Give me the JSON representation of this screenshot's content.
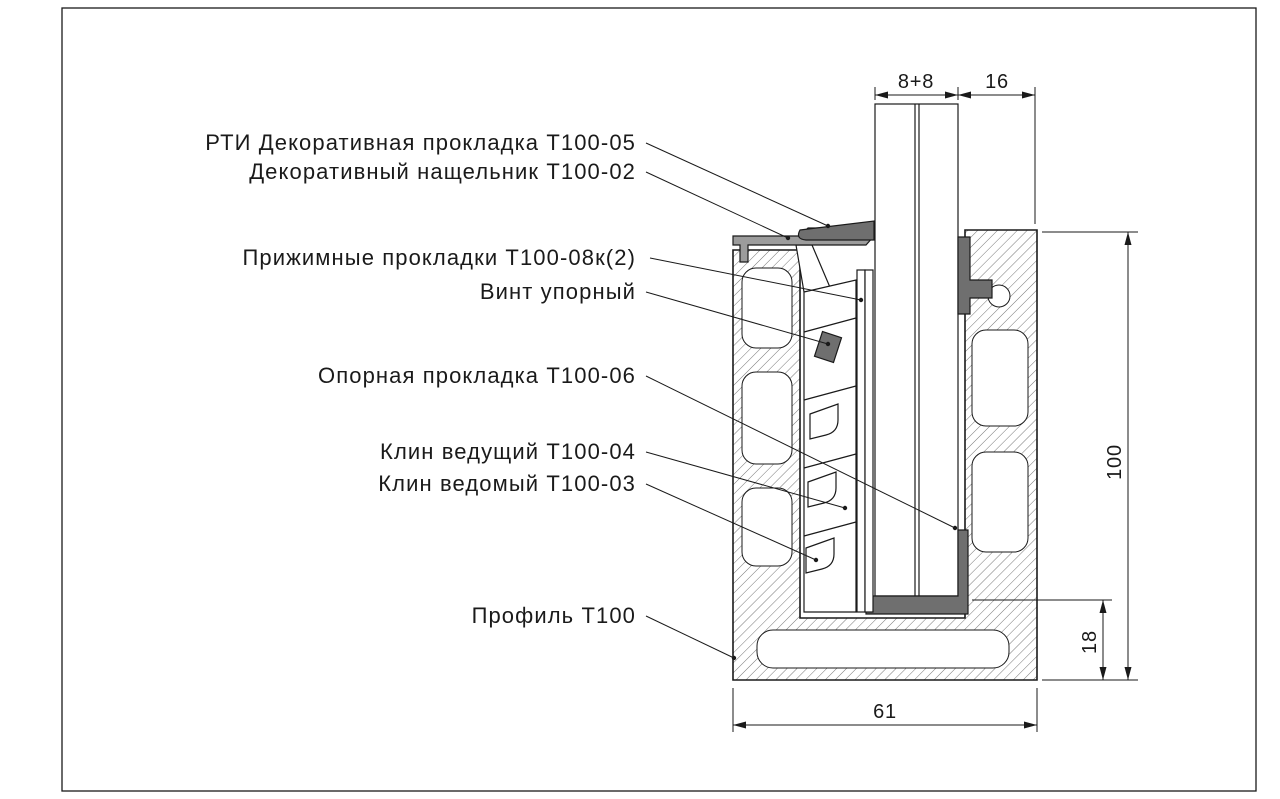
{
  "drawing": {
    "type": "technical-section",
    "labels": [
      {
        "part": "rti-decorative-gasket",
        "text": "РТИ Декоративная прокладка Т100-05"
      },
      {
        "part": "decorative-cover-strip",
        "text": "Декоративный нащельник Т100-02"
      },
      {
        "part": "pressure-gaskets",
        "text": "Прижимные прокладки Т100-08к(2)"
      },
      {
        "part": "stop-screw",
        "text": "Винт упорный"
      },
      {
        "part": "support-gasket",
        "text": "Опорная прокладка Т100-06"
      },
      {
        "part": "driving-wedge",
        "text": "Клин ведущий Т100-04"
      },
      {
        "part": "driven-wedge",
        "text": "Клин ведомый Т100-03"
      },
      {
        "part": "profile",
        "text": "Профиль Т100"
      }
    ],
    "dimensions": {
      "glass_thickness": "8+8",
      "top_offset": "16",
      "profile_height": "100",
      "seat_height": "18",
      "profile_width": "61"
    },
    "colors": {
      "line": "#1a1a1a",
      "aluminum_fill": "#9c9c9c",
      "rubber_fill": "#6f6f6f"
    }
  }
}
